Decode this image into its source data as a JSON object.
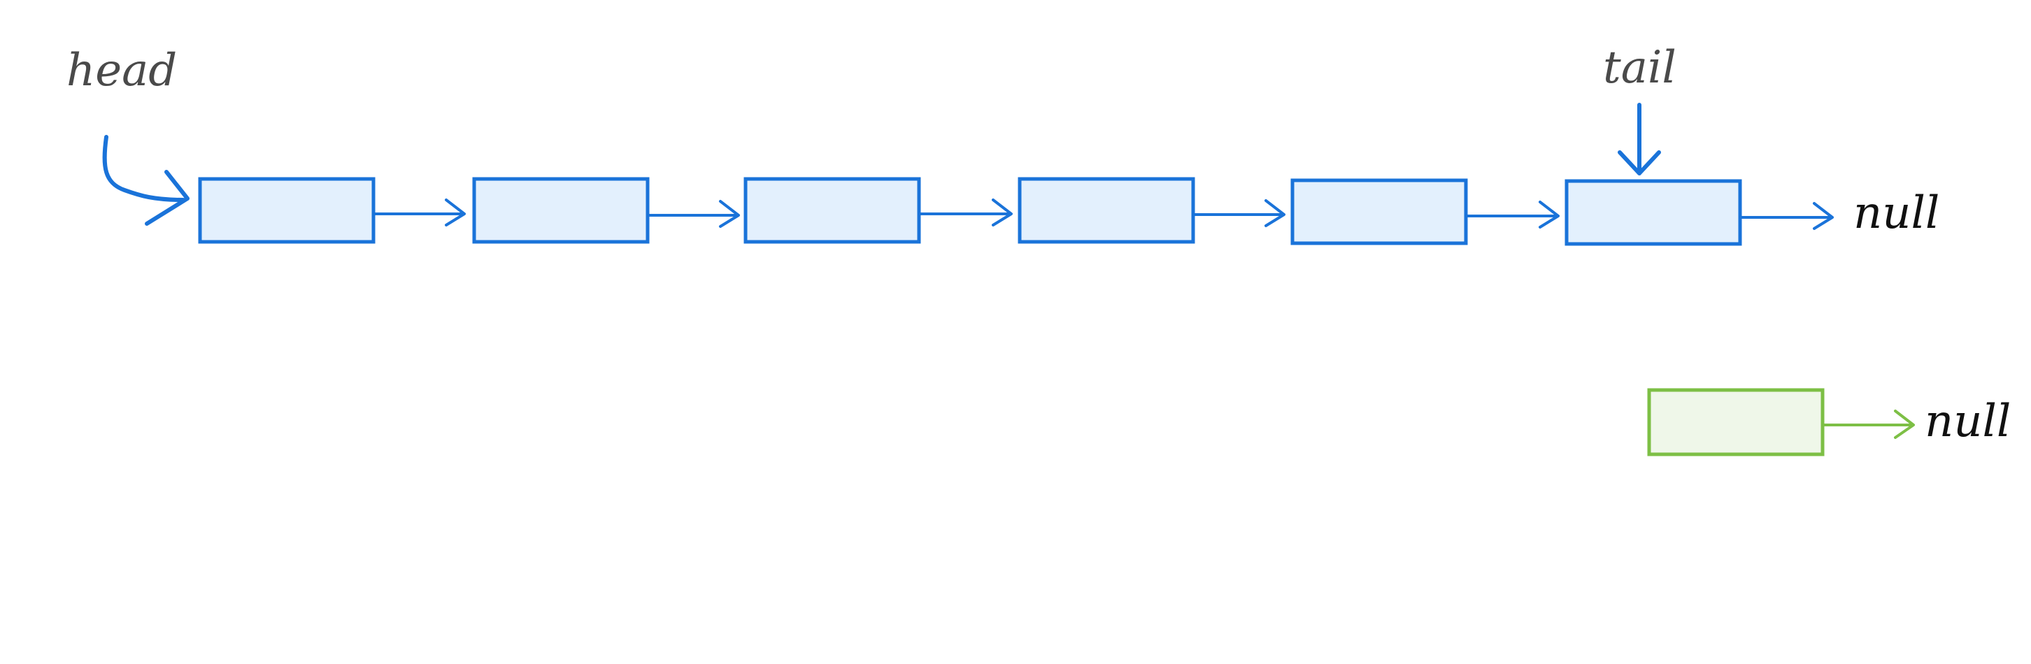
{
  "labels": {
    "head": "head",
    "tail": "tail",
    "main_null": "null",
    "new_null": "null"
  },
  "colors": {
    "background": "#ffffff",
    "list_stroke": "#1a73d9",
    "list_fill": "#e3f0fd",
    "new_node_stroke": "#7dbf45",
    "new_node_fill": "#eff7e9",
    "pointer_label": "#4a4a4a",
    "null_label": "#111111"
  },
  "main_list": {
    "node_count": 6,
    "head_index": 0,
    "tail_index": 5,
    "ends_with": "null"
  },
  "new_node": {
    "next": "null"
  }
}
